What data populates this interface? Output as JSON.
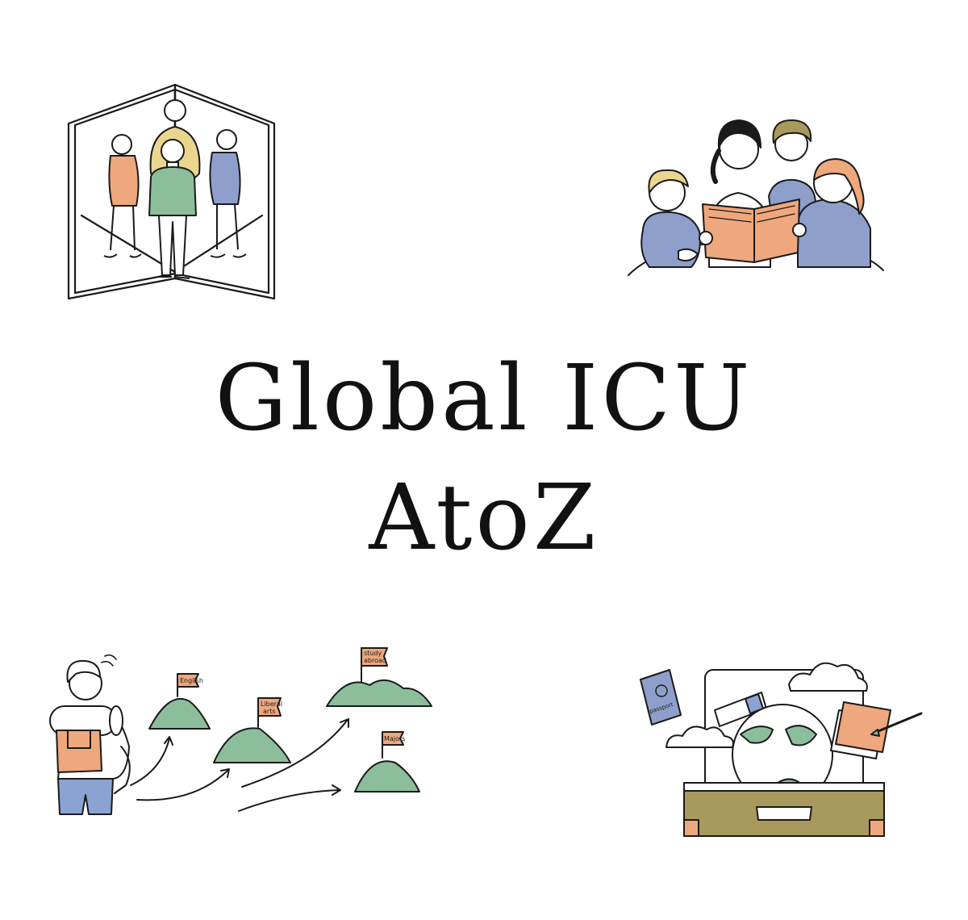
{
  "title": {
    "line1": "Global ICU",
    "line2": "AtoZ"
  },
  "colors": {
    "ink": "#1a1a1a",
    "orange": "#EFA77D",
    "green": "#8DBE9C",
    "blue": "#8E9FCC",
    "yellow": "#EBD68D",
    "khaki": "#A79A5C",
    "denim": "#8BA3D2",
    "skin": "#ffffff"
  },
  "flags": {
    "english": "English",
    "liberal_arts_1": "Liberal",
    "liberal_arts_2": "arts",
    "study_abroad_1": "study",
    "study_abroad_2": "abroad",
    "majors": "Majors"
  },
  "passport": {
    "label": "passport"
  }
}
